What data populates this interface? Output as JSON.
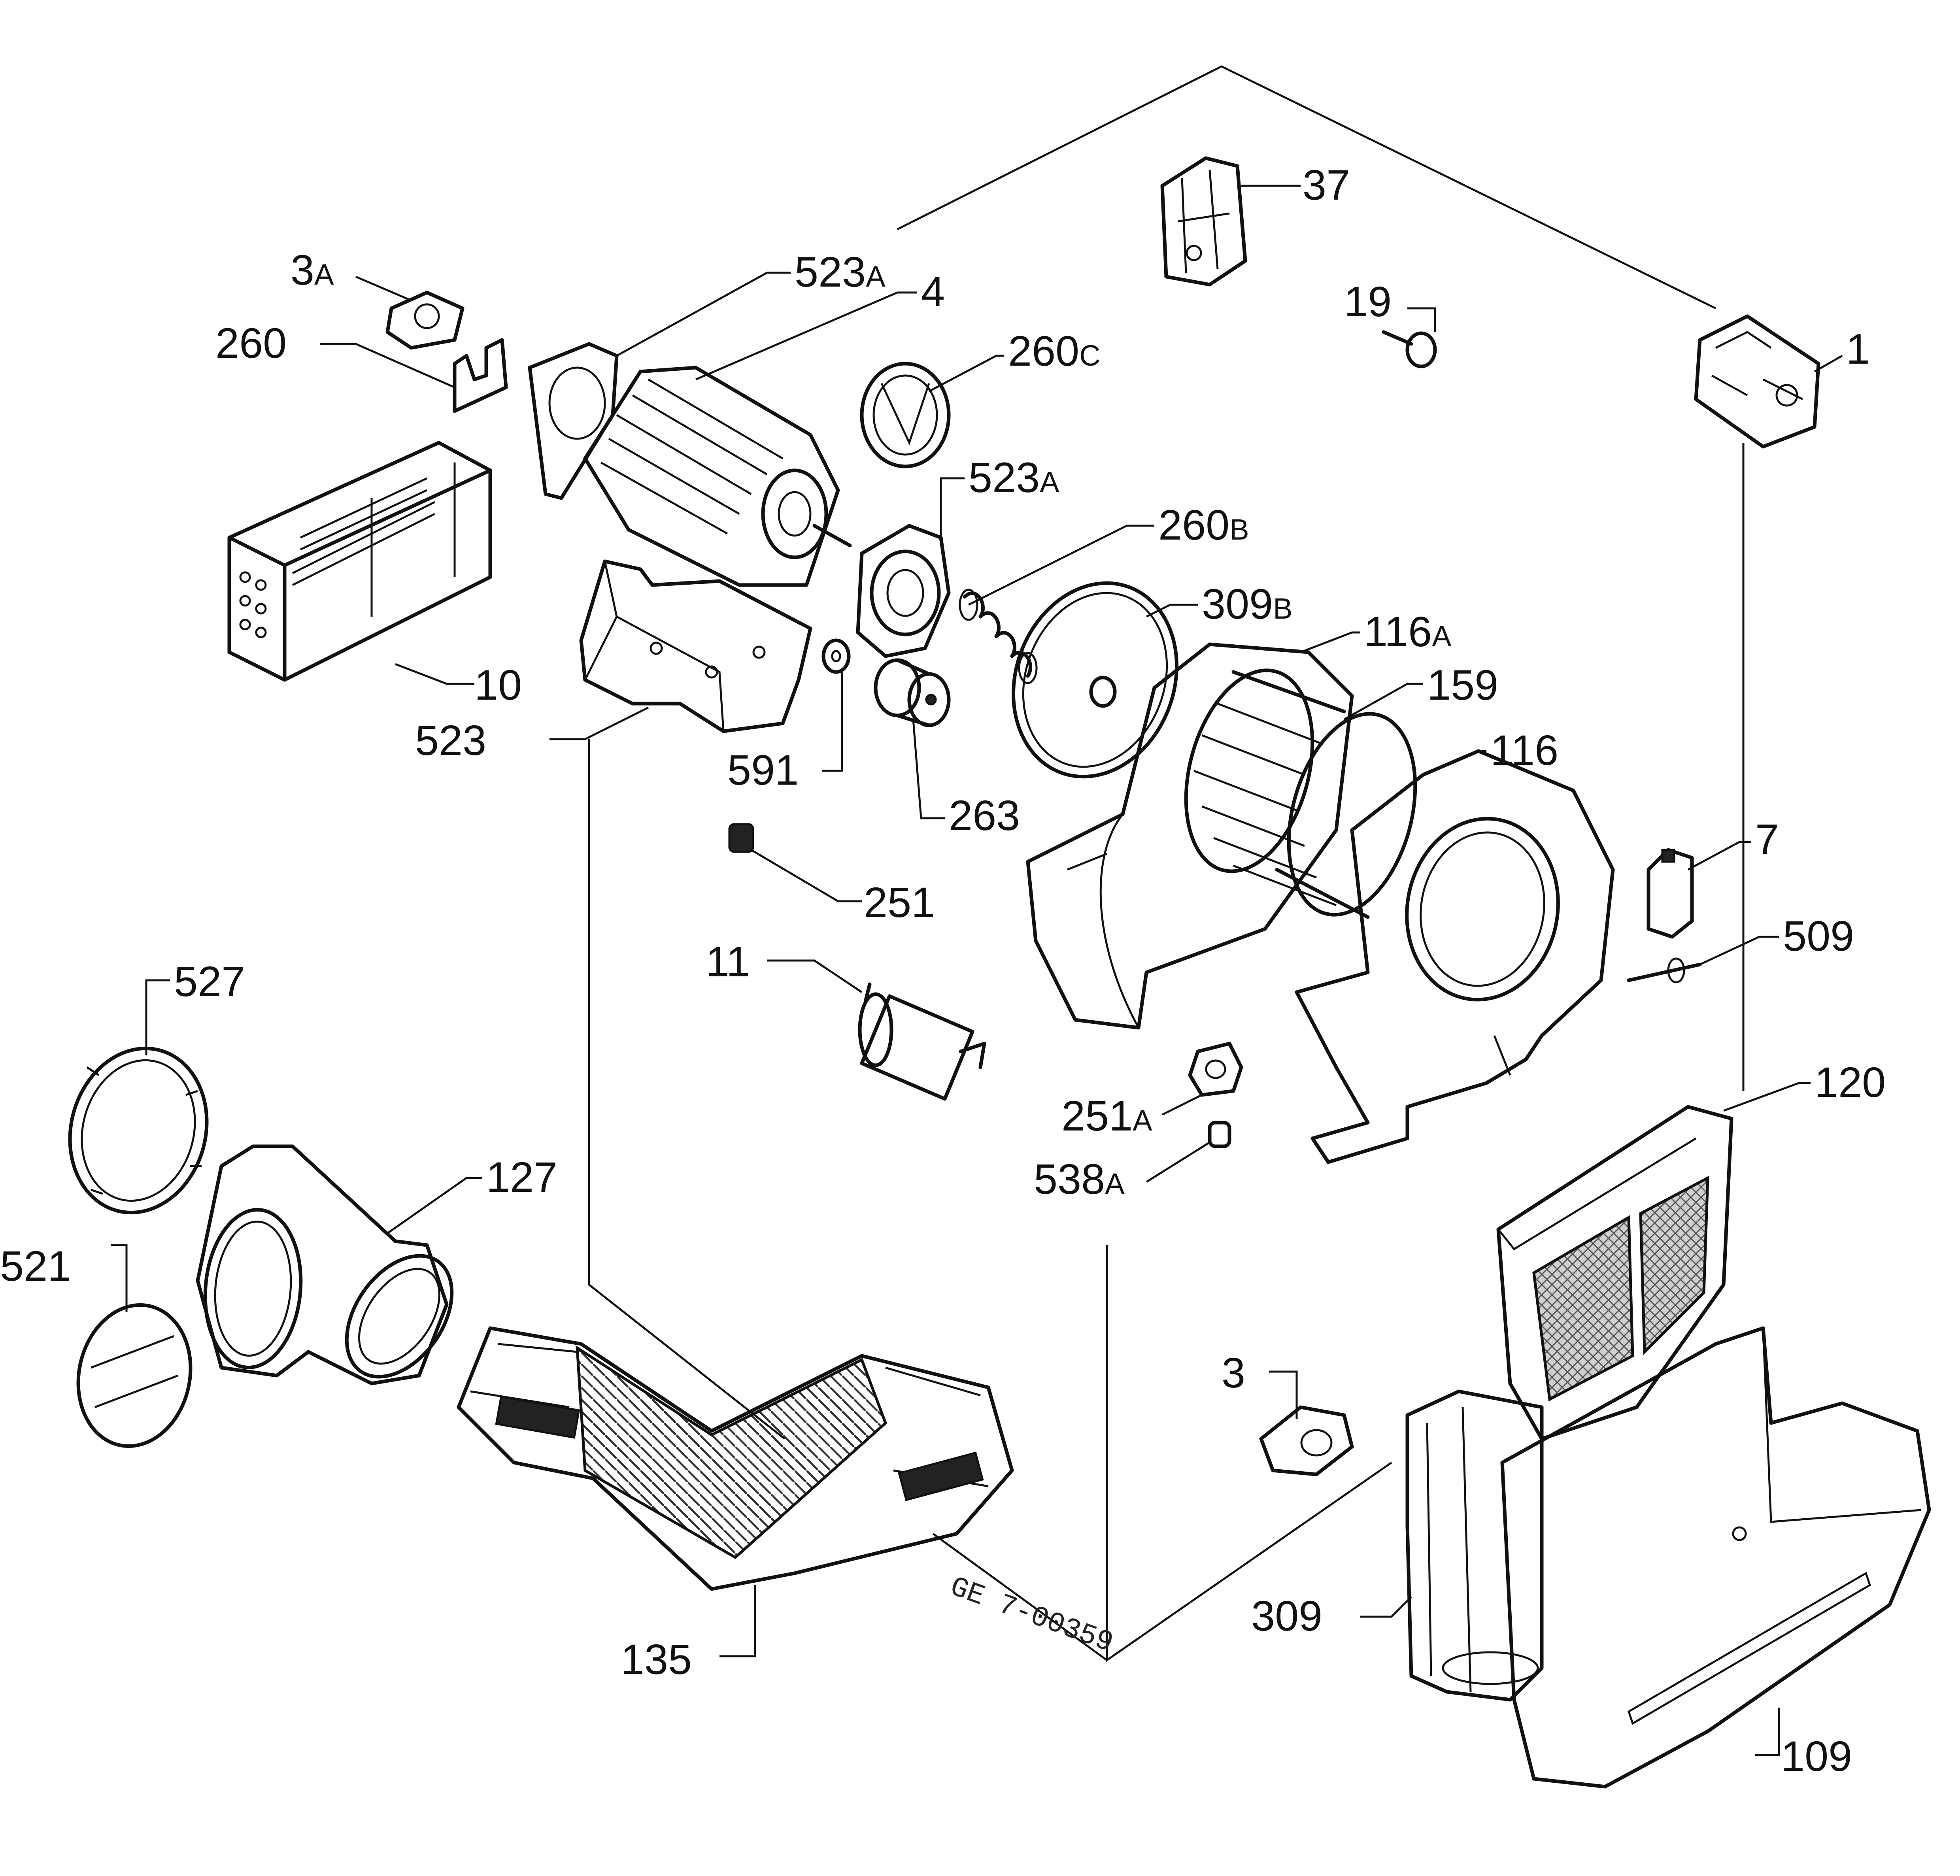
{
  "drawing_ref": "GE 7-00359",
  "labels": [
    {
      "id": "37",
      "num": "37",
      "sub": ""
    },
    {
      "id": "3a",
      "num": "3",
      "sub": "A"
    },
    {
      "id": "523a-top",
      "num": "523",
      "sub": "A"
    },
    {
      "id": "4",
      "num": "4",
      "sub": ""
    },
    {
      "id": "19",
      "num": "19",
      "sub": ""
    },
    {
      "id": "1",
      "num": "1",
      "sub": ""
    },
    {
      "id": "260",
      "num": "260",
      "sub": ""
    },
    {
      "id": "260c",
      "num": "260",
      "sub": "C"
    },
    {
      "id": "523a-mid",
      "num": "523",
      "sub": "A"
    },
    {
      "id": "260b",
      "num": "260",
      "sub": "B"
    },
    {
      "id": "309b",
      "num": "309",
      "sub": "B"
    },
    {
      "id": "116a",
      "num": "116",
      "sub": "A"
    },
    {
      "id": "10",
      "num": "10",
      "sub": ""
    },
    {
      "id": "159",
      "num": "159",
      "sub": ""
    },
    {
      "id": "523",
      "num": "523",
      "sub": ""
    },
    {
      "id": "116",
      "num": "116",
      "sub": ""
    },
    {
      "id": "591",
      "num": "591",
      "sub": ""
    },
    {
      "id": "263",
      "num": "263",
      "sub": ""
    },
    {
      "id": "7",
      "num": "7",
      "sub": ""
    },
    {
      "id": "251",
      "num": "251",
      "sub": ""
    },
    {
      "id": "509",
      "num": "509",
      "sub": ""
    },
    {
      "id": "11",
      "num": "11",
      "sub": ""
    },
    {
      "id": "527",
      "num": "527",
      "sub": ""
    },
    {
      "id": "120",
      "num": "120",
      "sub": ""
    },
    {
      "id": "251a",
      "num": "251",
      "sub": "A"
    },
    {
      "id": "538a",
      "num": "538",
      "sub": "A"
    },
    {
      "id": "127",
      "num": "127",
      "sub": ""
    },
    {
      "id": "521",
      "num": "521",
      "sub": ""
    },
    {
      "id": "3",
      "num": "3",
      "sub": ""
    },
    {
      "id": "309",
      "num": "309",
      "sub": ""
    },
    {
      "id": "135",
      "num": "135",
      "sub": ""
    },
    {
      "id": "109",
      "num": "109",
      "sub": ""
    }
  ]
}
